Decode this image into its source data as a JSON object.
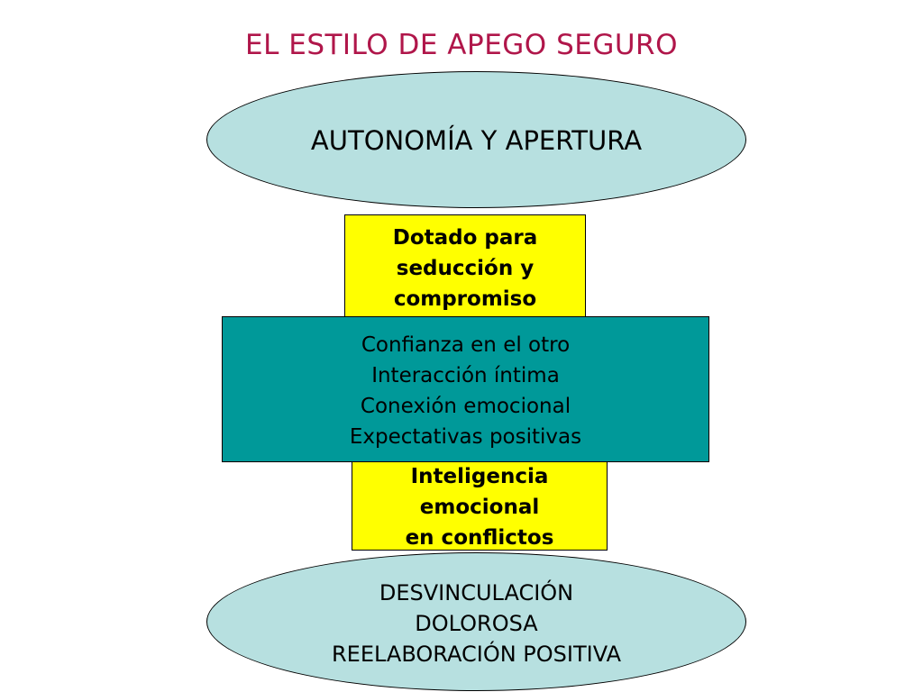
{
  "title": "EL ESTILO DE APEGO SEGURO",
  "top_ellipse": {
    "text": "AUTONOMÍA Y APERTURA"
  },
  "yellow_top": {
    "lines": [
      "Dotado para",
      "seducción y",
      "compromiso"
    ]
  },
  "teal_box": {
    "lines": [
      "Confianza en el otro",
      "Interacción íntima",
      "Conexión emocional",
      "Expectativas positivas"
    ]
  },
  "yellow_bottom": {
    "lines": [
      "Inteligencia",
      "emocional",
      "en conflictos"
    ]
  },
  "bottom_ellipse": {
    "lines": [
      "DESVINCULACIÓN",
      "DOLOROSA",
      "REELABORACIÓN POSITIVA"
    ]
  },
  "colors": {
    "title": "#b0164a",
    "ellipse_fill": "#b7e0e0",
    "yellow_fill": "#ffff00",
    "teal_fill": "#009999"
  }
}
